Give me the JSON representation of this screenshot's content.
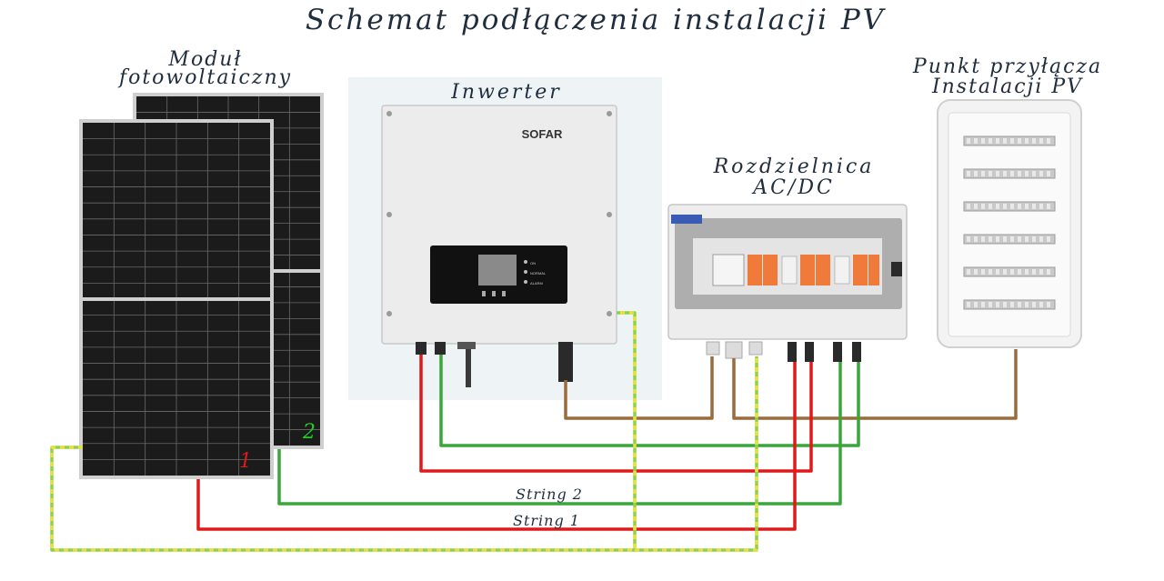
{
  "title": "Schemat podłączenia instalacji PV",
  "labels": {
    "module_line1": "Moduł",
    "module_line2": "fotowoltaiczny",
    "inverter": "Inwerter",
    "switchboard_line1": "Rozdzielnica",
    "switchboard_line2": "AC/DC",
    "connection_line1": "Punkt przyłącza",
    "connection_line2": "Instalacji PV",
    "panel_1": "1",
    "panel_2": "2",
    "string_2": "String 2",
    "string_1": "String 1"
  },
  "inverter": {
    "brand": "SOFAR",
    "leds": [
      "ON",
      "NORMAL",
      "ALARM"
    ]
  },
  "colors": {
    "dc_positive": "#e01a1a",
    "dc_negative": "#3aa63a",
    "ac": "#9a6b3c",
    "earth_green": "#8fd14f",
    "earth_yellow": "#e8e040",
    "panel": "#1b1b1b",
    "breaker_orange": "#f07a3a"
  }
}
